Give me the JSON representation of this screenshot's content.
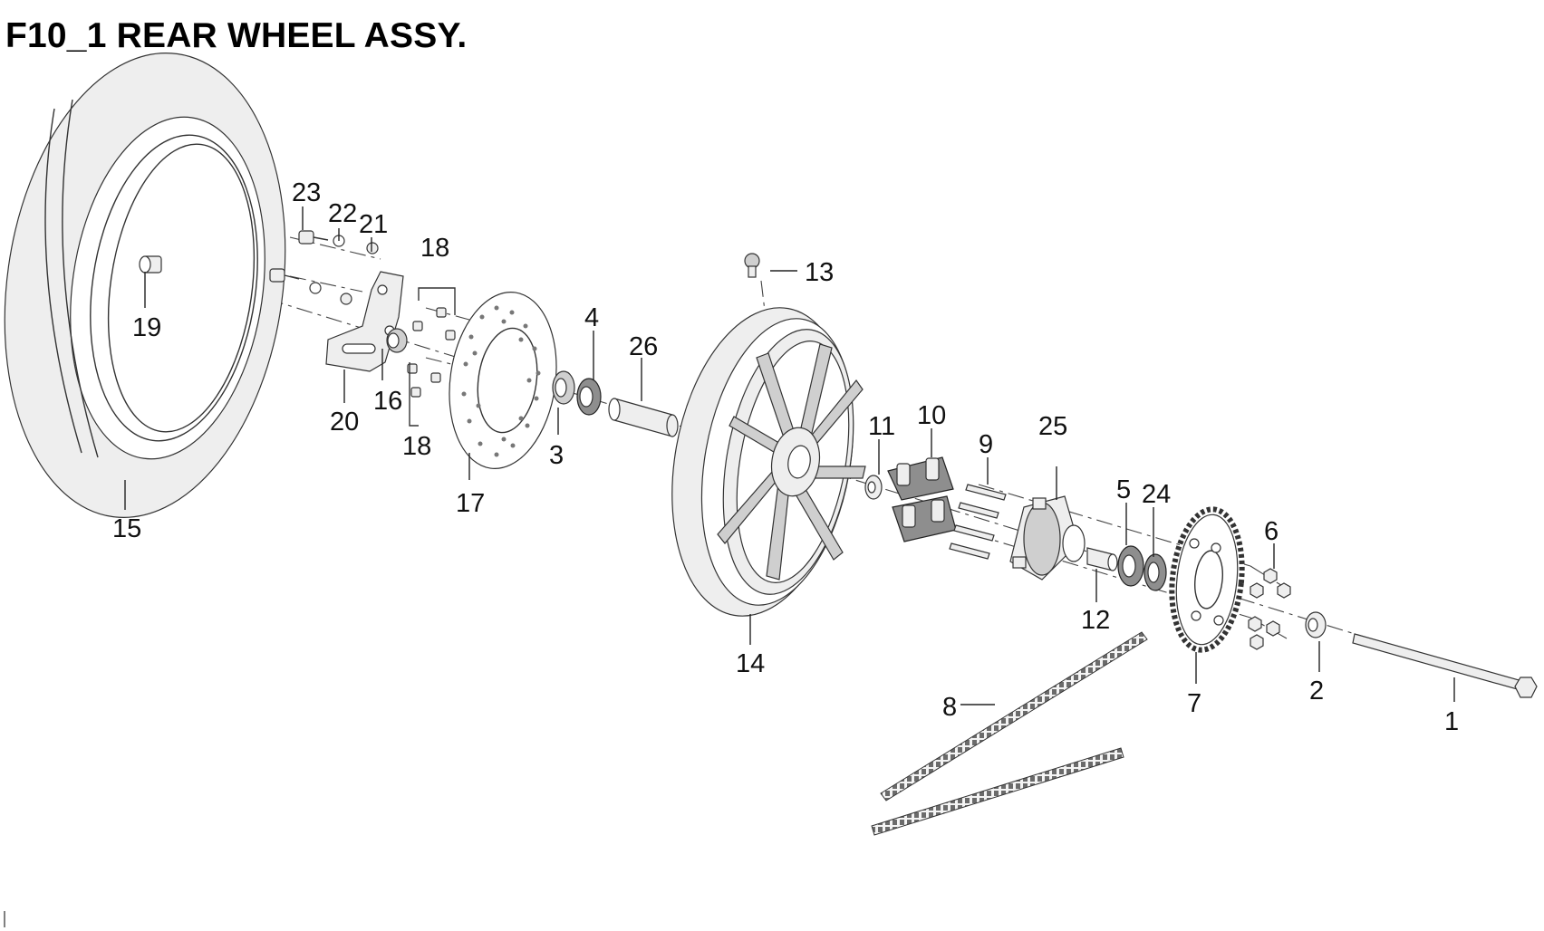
{
  "title": "F10_1 REAR WHEEL ASSY.",
  "callouts": [
    {
      "id": "c1",
      "label": "1"
    },
    {
      "id": "c2",
      "label": "2"
    },
    {
      "id": "c3",
      "label": "3"
    },
    {
      "id": "c4",
      "label": "4"
    },
    {
      "id": "c5",
      "label": "5"
    },
    {
      "id": "c6",
      "label": "6"
    },
    {
      "id": "c7",
      "label": "7"
    },
    {
      "id": "c8",
      "label": "8"
    },
    {
      "id": "c9",
      "label": "9"
    },
    {
      "id": "c10",
      "label": "10"
    },
    {
      "id": "c11",
      "label": "11"
    },
    {
      "id": "c12",
      "label": "12"
    },
    {
      "id": "c13",
      "label": "13"
    },
    {
      "id": "c14",
      "label": "14"
    },
    {
      "id": "c15",
      "label": "15"
    },
    {
      "id": "c16",
      "label": "16"
    },
    {
      "id": "c17",
      "label": "17"
    },
    {
      "id": "c18a",
      "label": "18"
    },
    {
      "id": "c18b",
      "label": "18"
    },
    {
      "id": "c19",
      "label": "19"
    },
    {
      "id": "c20",
      "label": "20"
    },
    {
      "id": "c21",
      "label": "21"
    },
    {
      "id": "c22",
      "label": "22"
    },
    {
      "id": "c23",
      "label": "23"
    },
    {
      "id": "c24",
      "label": "24"
    },
    {
      "id": "c25",
      "label": "25"
    },
    {
      "id": "c26",
      "label": "26"
    }
  ]
}
